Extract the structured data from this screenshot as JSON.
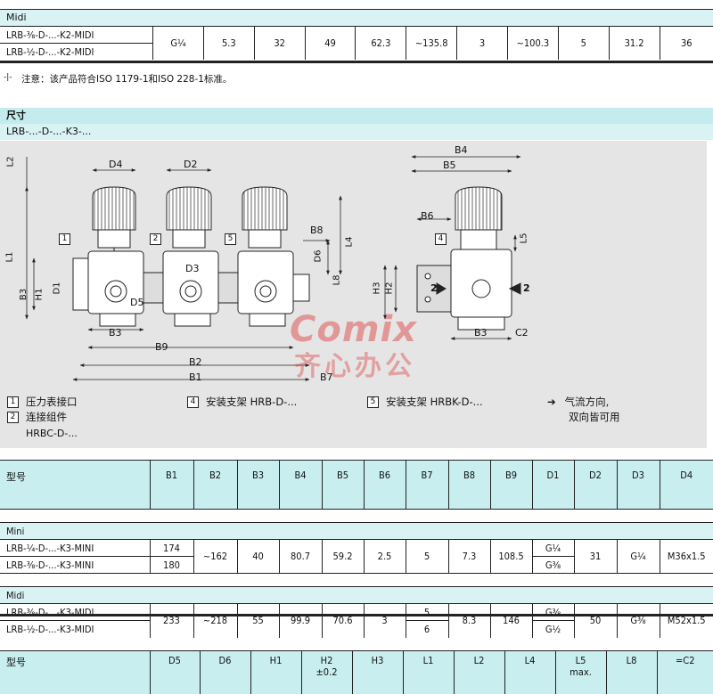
{
  "top_table": {
    "group": "Midi",
    "models": [
      "LRB-⅜-D-...-K2-MIDI",
      "LRB-½-D-...-K2-MIDI"
    ],
    "values": [
      "G¼",
      "5.3",
      "32",
      "49",
      "62.3",
      "~135.8",
      "3",
      "~100.3",
      "5",
      "31.2",
      "36"
    ]
  },
  "note": "注意：该产品符合ISO 1179-1和ISO 228-1标准。",
  "note_marker": "-|-",
  "section": {
    "title": "尺寸",
    "subtitle": "LRB-...-D-...-K3-..."
  },
  "diagram": {
    "labels": [
      "L2",
      "D4",
      "D2",
      "D3",
      "D5",
      "D1",
      "H1",
      "B3",
      "L1",
      "B8",
      "D6",
      "L4",
      "L8",
      "B9",
      "B2",
      "B1",
      "B7",
      "B4",
      "B5",
      "B6",
      "L5",
      "H3",
      "H2",
      "C2",
      "1",
      "2",
      "5",
      "4"
    ],
    "arrow_left_text": "2",
    "arrow_right_text": "2",
    "watermark_brand": "Comix",
    "watermark_cn": "齐心办公"
  },
  "legend": {
    "items": [
      {
        "num": "1",
        "text": "压力表接口"
      },
      {
        "num": "2",
        "text": "连接组件"
      },
      {
        "num": "",
        "text": "HRBC-D-..."
      },
      {
        "num": "4",
        "text": "安装支架 HRB-D-..."
      },
      {
        "num": "5",
        "text": "安装支架 HRBK-D-..."
      },
      {
        "num": "",
        "text": "气流方向,"
      },
      {
        "num": "",
        "text": "双向皆可用"
      }
    ],
    "arrow_icon": "➔"
  },
  "table2": {
    "headers": [
      "型号",
      "B1",
      "B2",
      "B3",
      "B4",
      "B5",
      "B6",
      "B7",
      "B8",
      "B9",
      "D1",
      "D2",
      "D3",
      "D4"
    ],
    "mini": {
      "group": "Mini",
      "models": [
        "LRB-¼-D-...-K3-MINI",
        "LRB-⅜-D-...-K3-MINI"
      ],
      "b1": [
        "174",
        "180"
      ],
      "b2": "~162",
      "b3": "40",
      "b4": "80.7",
      "b5": "59.2",
      "b6": "2.5",
      "b7": "5",
      "b8": "7.3",
      "b9": "108.5",
      "d1": [
        "G¼",
        "G⅜"
      ],
      "d2": "31",
      "d3": "G¼",
      "d4": "M36x1.5"
    },
    "midi": {
      "group": "Midi",
      "models": [
        "LRB-⅜-D-...-K3-MIDI",
        "LRB-½-D-...-K3-MIDI"
      ],
      "b1": "233",
      "b2": "~218",
      "b3": "55",
      "b4": "99.9",
      "b5": "70.6",
      "b6": "3",
      "b7": [
        "5",
        "6"
      ],
      "b8": "8.3",
      "b9": "146",
      "d1": [
        "G⅜",
        "G½"
      ],
      "d2": "50",
      "d3": "G⅜",
      "d4": "M52x1.5"
    }
  },
  "table3": {
    "headers": [
      "型号",
      "D5",
      "D6",
      "H1",
      "H2",
      "H3",
      "L1",
      "L2",
      "L4",
      "L5",
      "L8",
      "=C2"
    ],
    "subheaders": {
      "H2": "±0.2",
      "L5": "max."
    }
  }
}
